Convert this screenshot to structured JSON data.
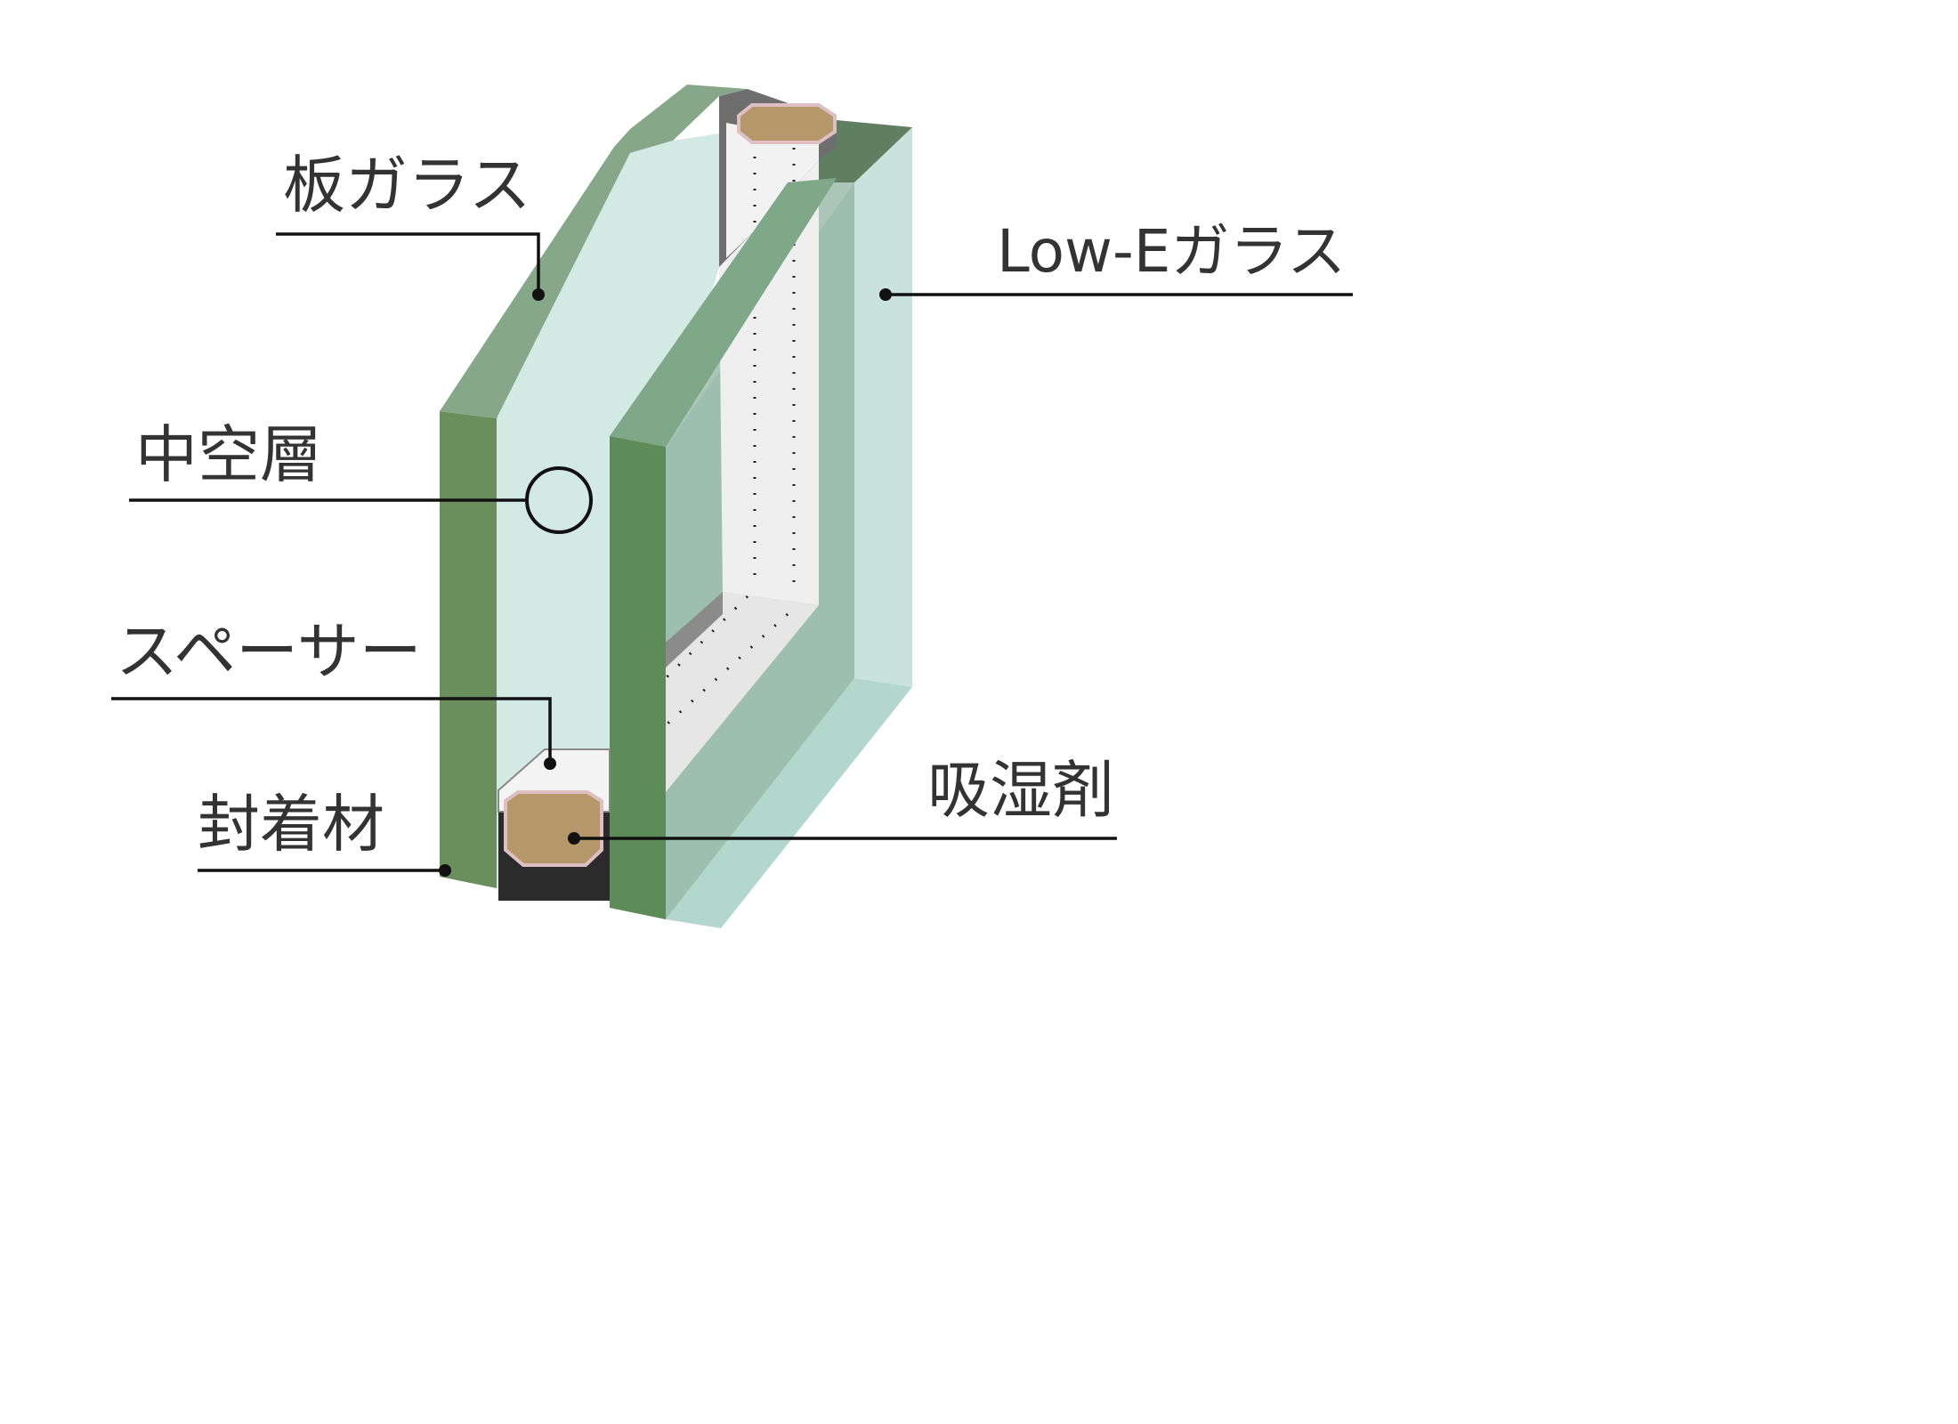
{
  "labels": {
    "plate_glass": "板ガラス",
    "low_e_glass": "Low-Eガラス",
    "air_layer": "中空層",
    "spacer": "スペーサー",
    "sealant": "封着材",
    "desiccant": "吸湿剤"
  },
  "colors": {
    "glass_face": "#cfe6e0",
    "glass_edge": "#6a8d5e",
    "glass_top": "#86a88b",
    "desiccant": "#b59769",
    "sealant": "#2b2b2b",
    "spacer": "#eeeeee",
    "leader_line": "#111111"
  }
}
